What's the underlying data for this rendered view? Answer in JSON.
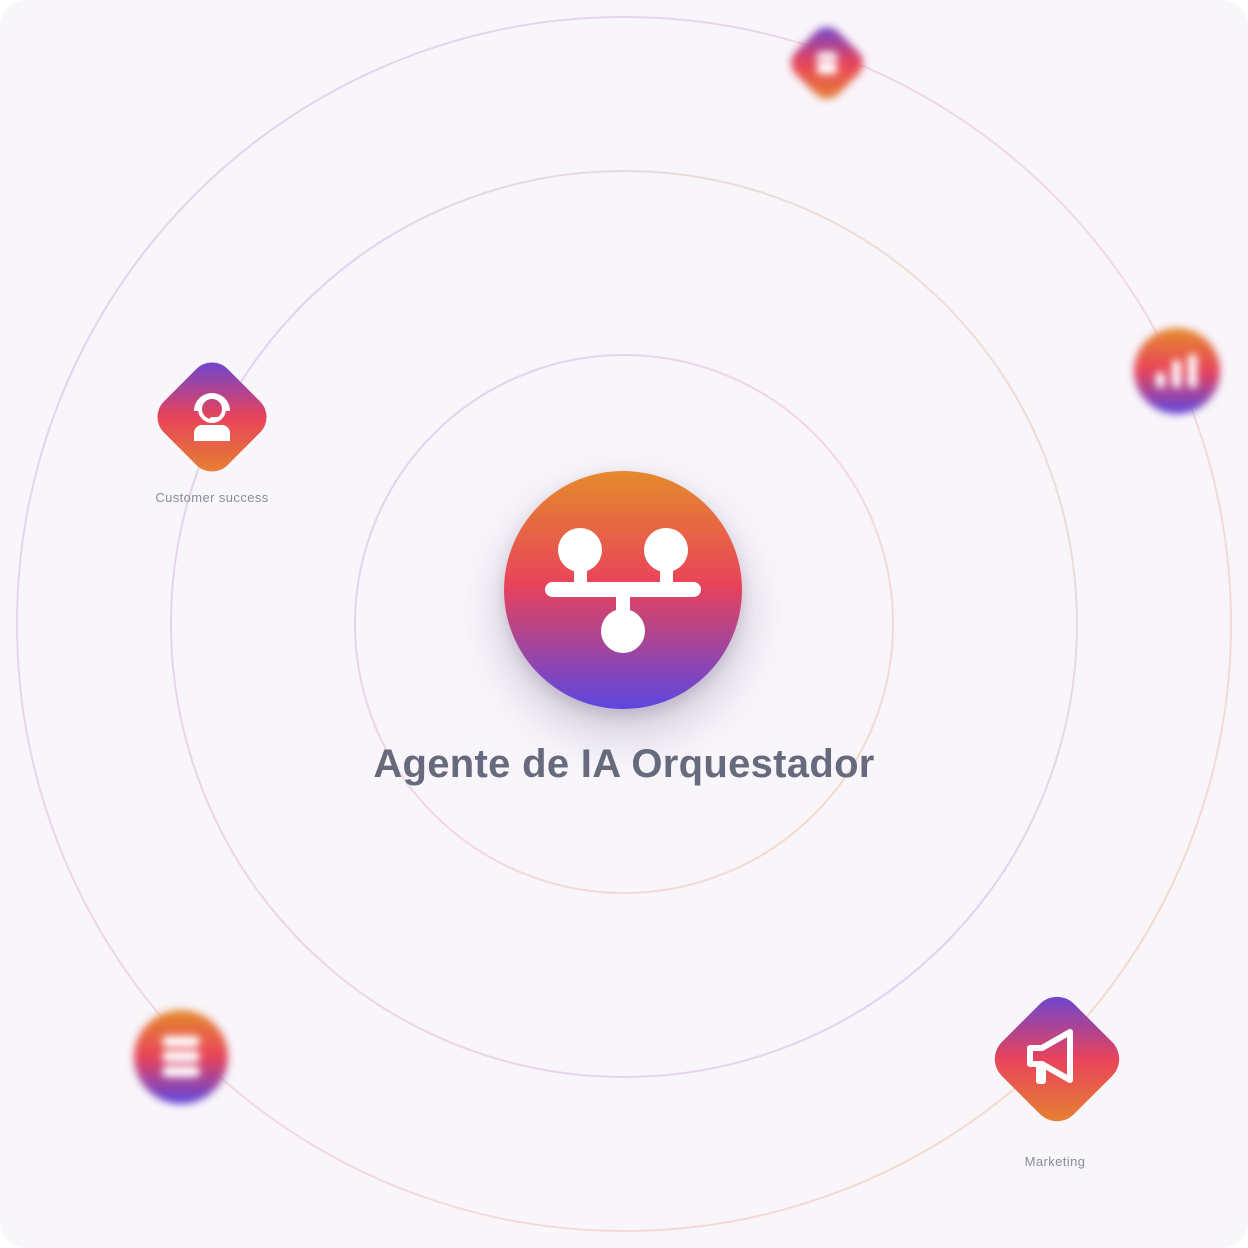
{
  "center": {
    "title": "Agente de IA Orquestador",
    "icon": "orchestrator-network-icon"
  },
  "nodes": [
    {
      "id": "customer-success",
      "label": "Customer success",
      "icon": "support-agent-icon",
      "shape": "diamond"
    },
    {
      "id": "marketing",
      "label": "Marketing",
      "icon": "megaphone-icon",
      "shape": "diamond"
    },
    {
      "id": "top",
      "icon": "store-icon",
      "shape": "diamond",
      "blurred": true
    },
    {
      "id": "analytics",
      "icon": "bar-chart-icon",
      "shape": "circle",
      "blurred": true
    },
    {
      "id": "database",
      "icon": "database-icon",
      "shape": "circle",
      "blurred": true
    }
  ],
  "colors": {
    "gradient_top": "#e58a2c",
    "gradient_mid": "#e8435a",
    "gradient_bottom": "#5c46e0",
    "background": "#f8f5fb",
    "title": "#676a7c",
    "label": "#8a8c9a"
  }
}
